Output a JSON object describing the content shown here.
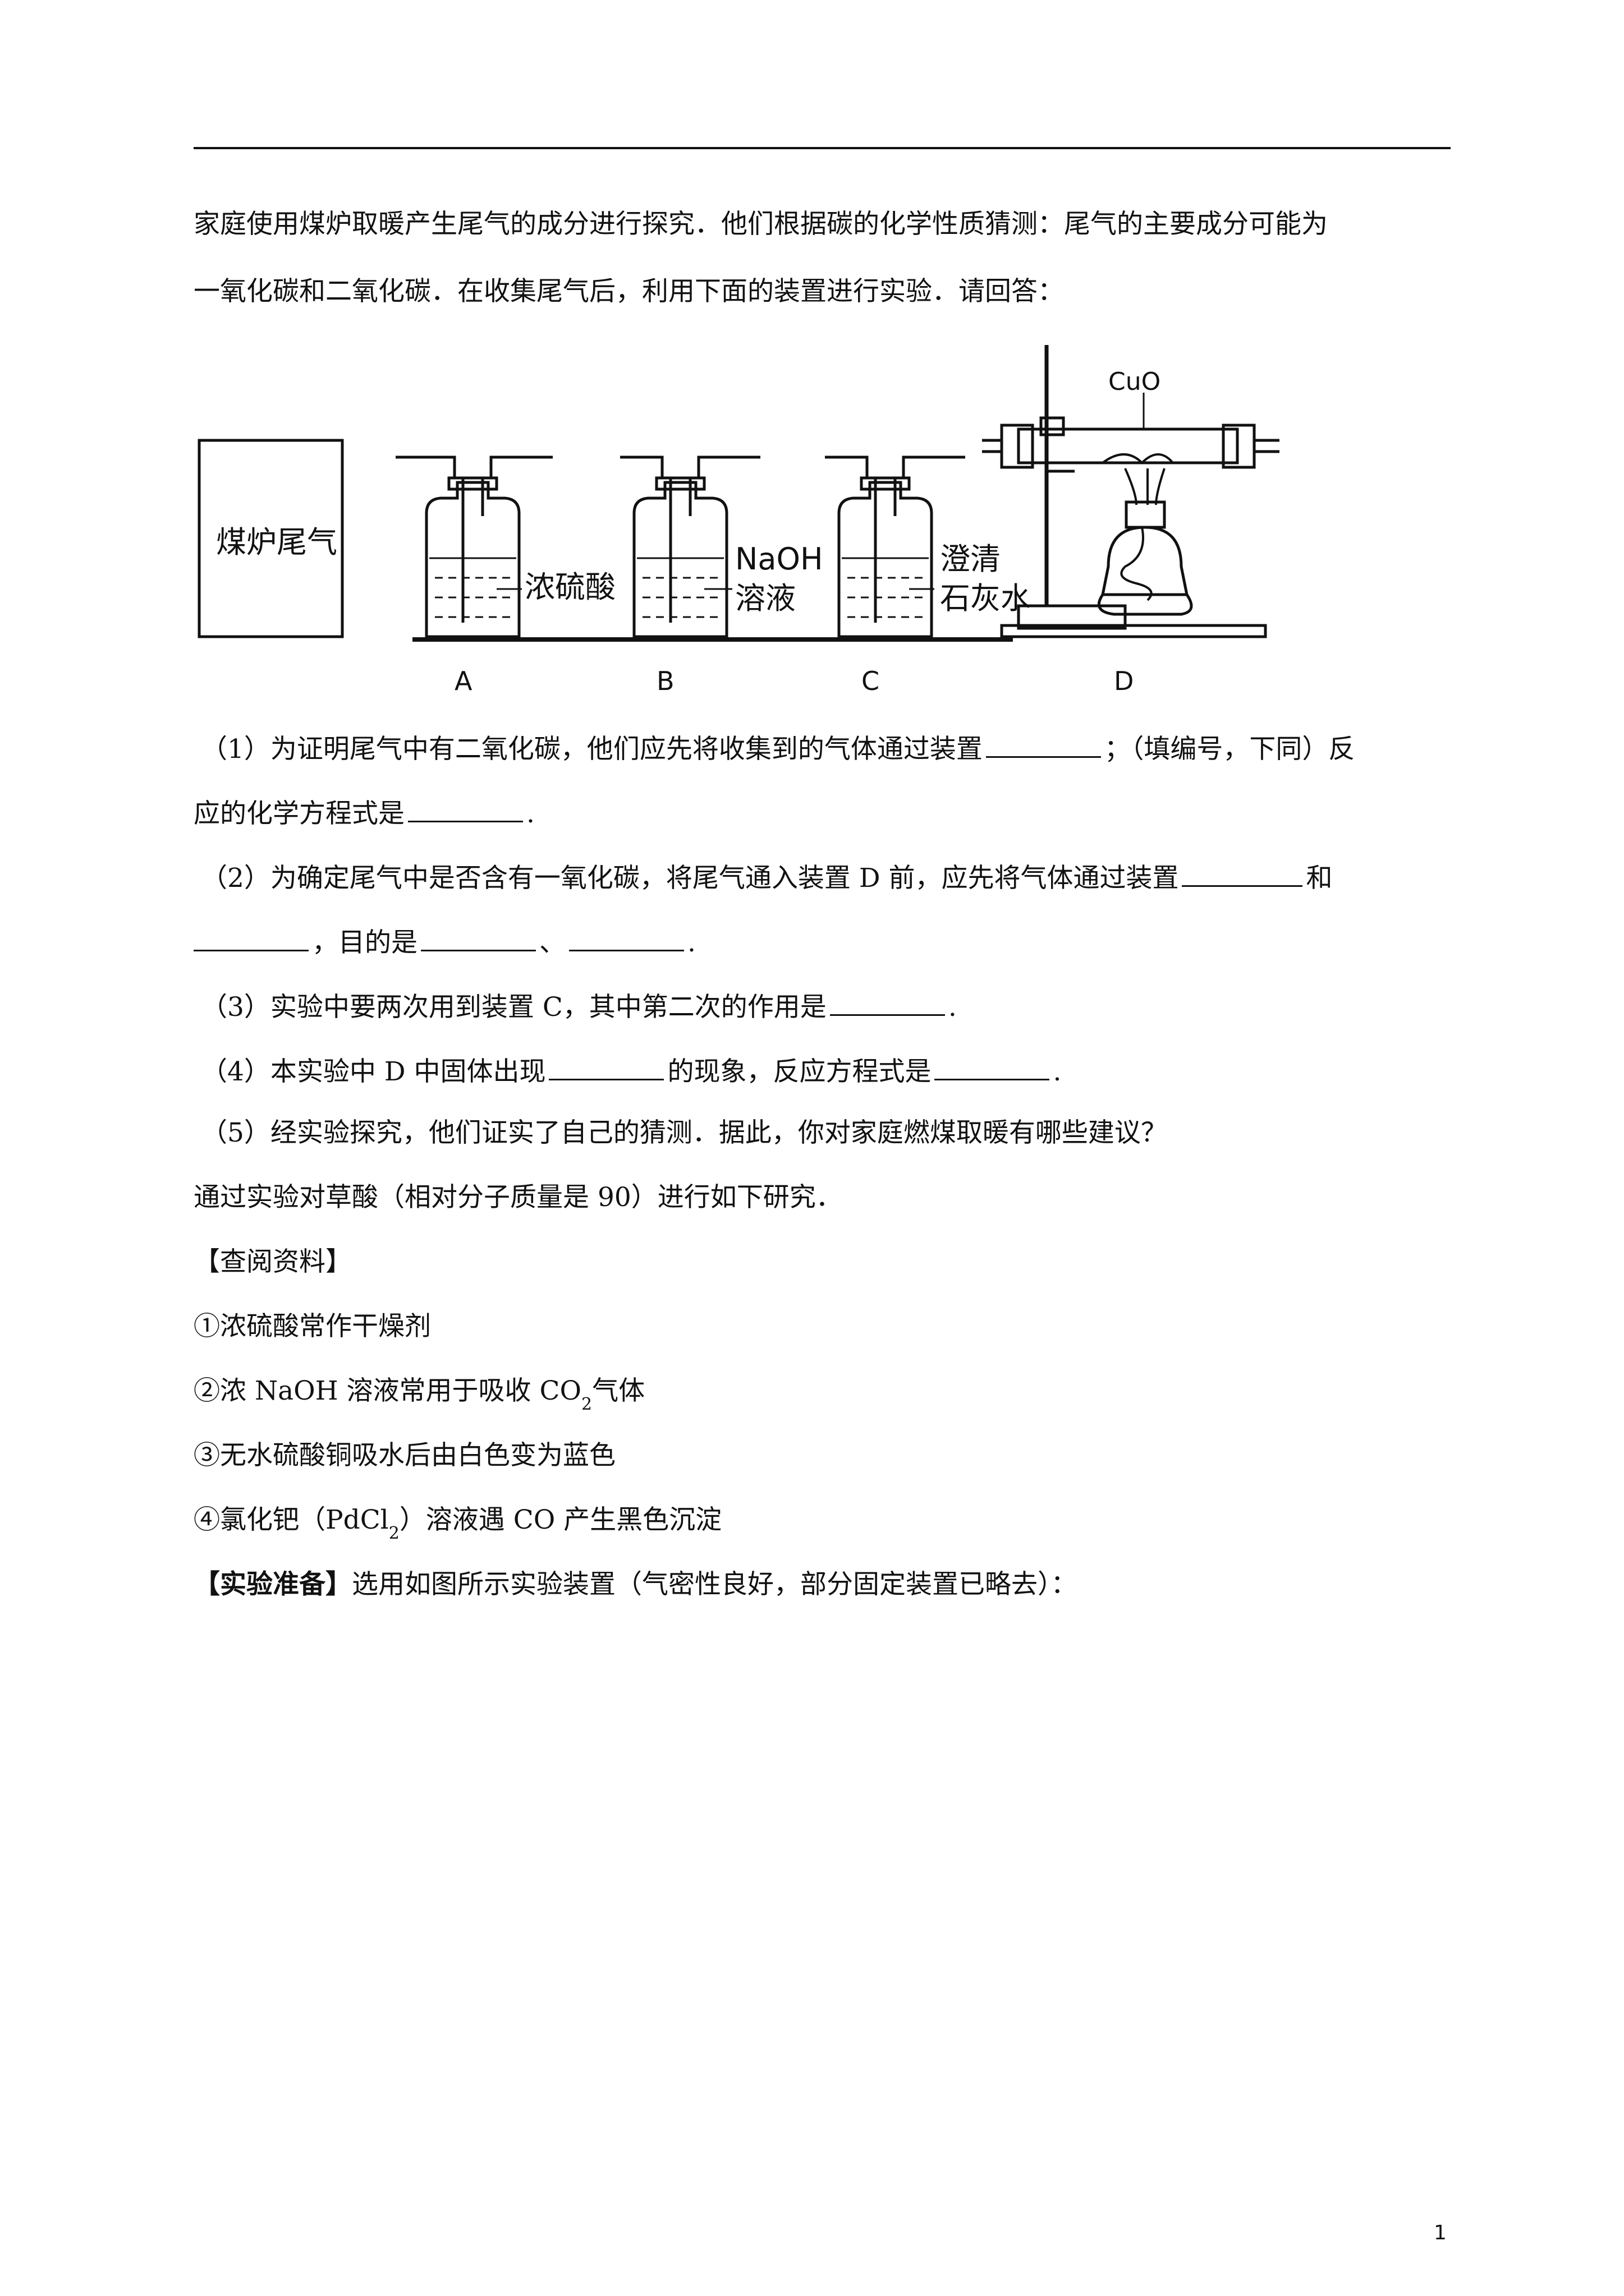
{
  "intro": {
    "line1": "家庭使用煤炉取暖产生尾气的成分进行探究．他们根据碳的化学性质猜测：尾气的主要成分可能为",
    "line2": "一氧化碳和二氧化碳．在收集尾气后，利用下面的装置进行实验．请回答："
  },
  "figure": {
    "source_box": "煤炉尾气",
    "reagent_a": "浓硫酸",
    "reagent_b_line1": "NaOH",
    "reagent_b_line2": "溶液",
    "reagent_c_line1": "澄清",
    "reagent_c_line2": "石灰水",
    "reagent_d": "CuO",
    "labels": [
      "A",
      "B",
      "C",
      "D"
    ]
  },
  "questions": {
    "q1_a": "（1）为证明尾气中有二氧化碳，他们应先将收集到的气体通过装置",
    "q1_b": "；（填编号，下同）反",
    "q1_c": "应的化学方程式是",
    "q2_a": "（2）为确定尾气中是否含有一氧化碳，将尾气通入装置 D 前，应先将气体通过装置",
    "q2_b": "和",
    "q2_c": "，目的是",
    "q2_sep": "、",
    "q3_a": "（3）实验中要两次用到装置 C，其中第二次的作用是",
    "q4_a": "（4）本实验中 D 中固体出现",
    "q4_b": "的现象，反应方程式是",
    "q5": "（5）经实验探究，他们证实了自己的猜测．据此，你对家庭燃煤取暖有哪些建议？",
    "period": "."
  },
  "section2": {
    "intro": "通过实验对草酸（相对分子质量是 90）进行如下研究．",
    "heading": "【查阅资料】",
    "item1": "①浓硫酸常作干燥剂",
    "item2_a": "②浓 NaOH 溶液常用于吸收 CO",
    "item2_sub": "2",
    "item2_b": "气体",
    "item3": "③无水硫酸铜吸水后由白色变为蓝色",
    "item4_a": "④氯化钯（PdCl",
    "item4_sub": "2",
    "item4_b": "）溶液遇 CO 产生黑色沉淀",
    "prep_head": "【实验准备】",
    "prep_body": "选用如图所示实验装置（气密性良好，部分固定装置已略去）："
  },
  "page_number": "1"
}
